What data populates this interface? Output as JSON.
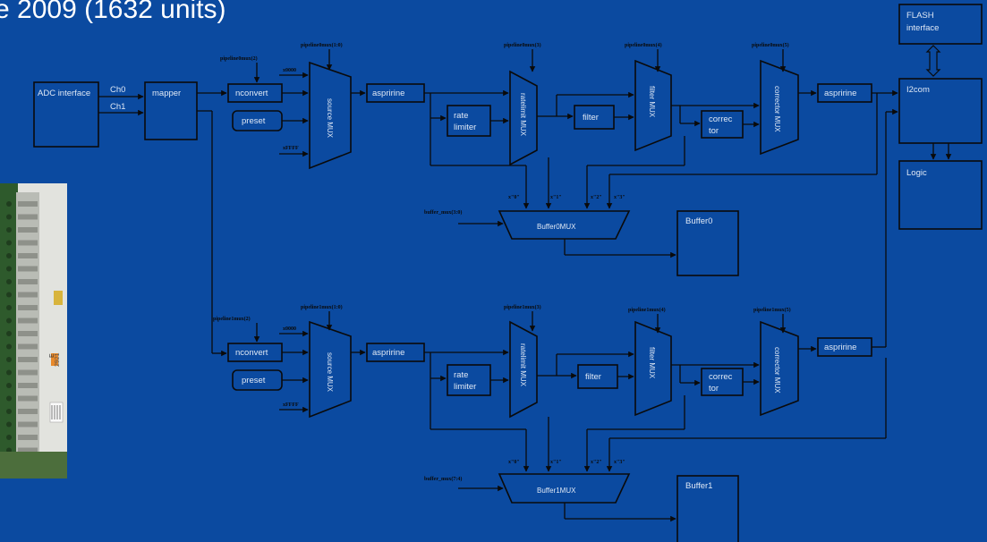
{
  "header": {
    "title": "e 2009 (1632 units)"
  },
  "diagram": {
    "adc": "ADC interface",
    "mapper": "mapper",
    "ch0": "Ch0",
    "ch1": "Ch1",
    "flash": [
      "FLASH",
      "interface"
    ],
    "i2com": "I2com",
    "logic": "Logic",
    "pipelines": [
      {
        "mux2": "pipeline0mux(2)",
        "mux10": "pipeline0mux(1:0)",
        "mux3": "pipeline0mux(3)",
        "mux4": "pipeline0mux(4)",
        "mux5": "pipeline0mux(5)",
        "nconvert": "nconvert",
        "preset": "preset",
        "c0000": "x0000",
        "cffff": "xFFFF",
        "source_mux": "source MUX",
        "aspririne1": "aspririne",
        "rate": [
          "rate",
          "limiter"
        ],
        "ratelimit_mux": "ratelimit MUX",
        "filter": "filter",
        "filter_mux": "filter MUX",
        "corrector": [
          "correc",
          "tor"
        ],
        "corrector_mux": "corrector MUX",
        "aspririne2": "aspririne",
        "bufmux_sel": "buffer_mux(3:0)",
        "bufmux": "Buffer0MUX",
        "buffer": "Buffer0",
        "in0": "x\"0\"",
        "in1": "x\"1\"",
        "in2": "x\"2\"",
        "in3": "x\"3\""
      },
      {
        "mux2": "pipeline1mux(2)",
        "mux10": "pipeline1mux(1:0)",
        "mux3": "pipeline1mux(3)",
        "mux4": "pipeline1mux(4)",
        "mux5": "pipeline1mux(5)",
        "nconvert": "nconvert",
        "preset": "preset",
        "c0000": "x0000",
        "cffff": "xFFFF",
        "source_mux": "source MUX",
        "aspririne1": "aspririne",
        "rate": [
          "rate",
          "limiter"
        ],
        "ratelimit_mux": "ratelimit MUX",
        "filter": "filter",
        "filter_mux": "filter MUX",
        "corrector": [
          "correc",
          "tor"
        ],
        "corrector_mux": "corrector MUX",
        "aspririne2": "aspririne",
        "bufmux_sel": "buffer_mux(7:4)",
        "bufmux": "Buffer1MUX",
        "buffer": "Buffer1",
        "in0": "x\"0\"",
        "in1": "x\"1\"",
        "in2": "x\"2\"",
        "in3": "x\"3\""
      }
    ]
  },
  "photo": {
    "label_a": "E",
    "label_b": "2921"
  }
}
